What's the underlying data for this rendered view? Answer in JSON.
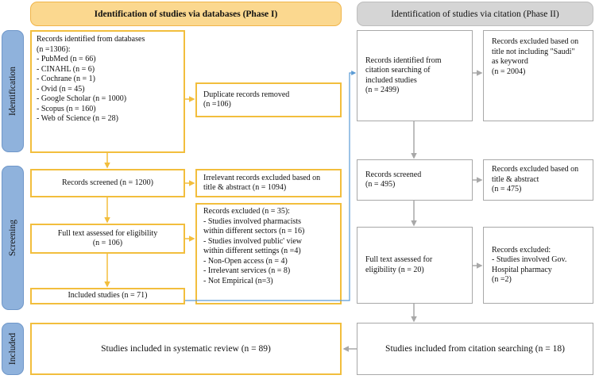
{
  "headers": {
    "phase1": "Identification of studies via databases (Phase I)",
    "phase2": "Identification of studies via citation (Phase II)"
  },
  "stages": {
    "identification": "Identification",
    "screening": "Screening",
    "included": "Included"
  },
  "phase1": {
    "identified": "Records identified from databases\n(n =1306):\n- PubMed (n = 66)\n- CINAHL (n = 6)\n- Cochrane (n = 1)\n- Ovid (n = 45)\n- Google Scholar (n = 1000)\n- Scopus (n = 160)\n- Web of Science (n = 28)",
    "duplicates": "Duplicate records removed\n(n =106)",
    "screened": "Records screened (n = 1200)",
    "irrelevant": "Irrelevant records excluded based on\ntitle & abstract (n = 1094)",
    "fulltext": "Full text assessed for eligibility\n(n = 106)",
    "excluded": "Records excluded (n = 35):\n- Studies involved pharmacists\n  within different sectors (n = 16)\n- Studies involved public' view\n  within different settings (n =4)\n- Non-Open access (n = 4)\n- Irrelevant services (n = 8)\n- Not Empirical (n=3)",
    "included_studies": "Included studies (n = 71)",
    "systematic": "Studies included in systematic review (n = 89)"
  },
  "phase2": {
    "identified": "Records identified from\ncitation searching of\nincluded studies\n(n = 2499)",
    "excluded_title": "Records excluded based on\ntitle not including \"Saudi\"\nas keyword\n(n = 2004)",
    "screened": "Records screened\n(n = 495)",
    "excluded_abstract": "Records excluded based on\ntitle & abstract\n(n = 475)",
    "fulltext": "Full text assessed for\neligibility (n = 20)",
    "excluded_gov": "Records excluded:\n- Studies involved Gov.\n  Hospital pharmacy\n(n =2)",
    "citation_included": "Studies included from citation searching (n = 18)"
  },
  "colors": {
    "yellow_border": "#f2be3d",
    "yellow_header": "#fbd88f",
    "grey_header": "#d5d5d5",
    "grey_border": "#a8a8a8",
    "blue_side": "#8fb2dc",
    "blue_arrow": "#5b9bd5"
  }
}
